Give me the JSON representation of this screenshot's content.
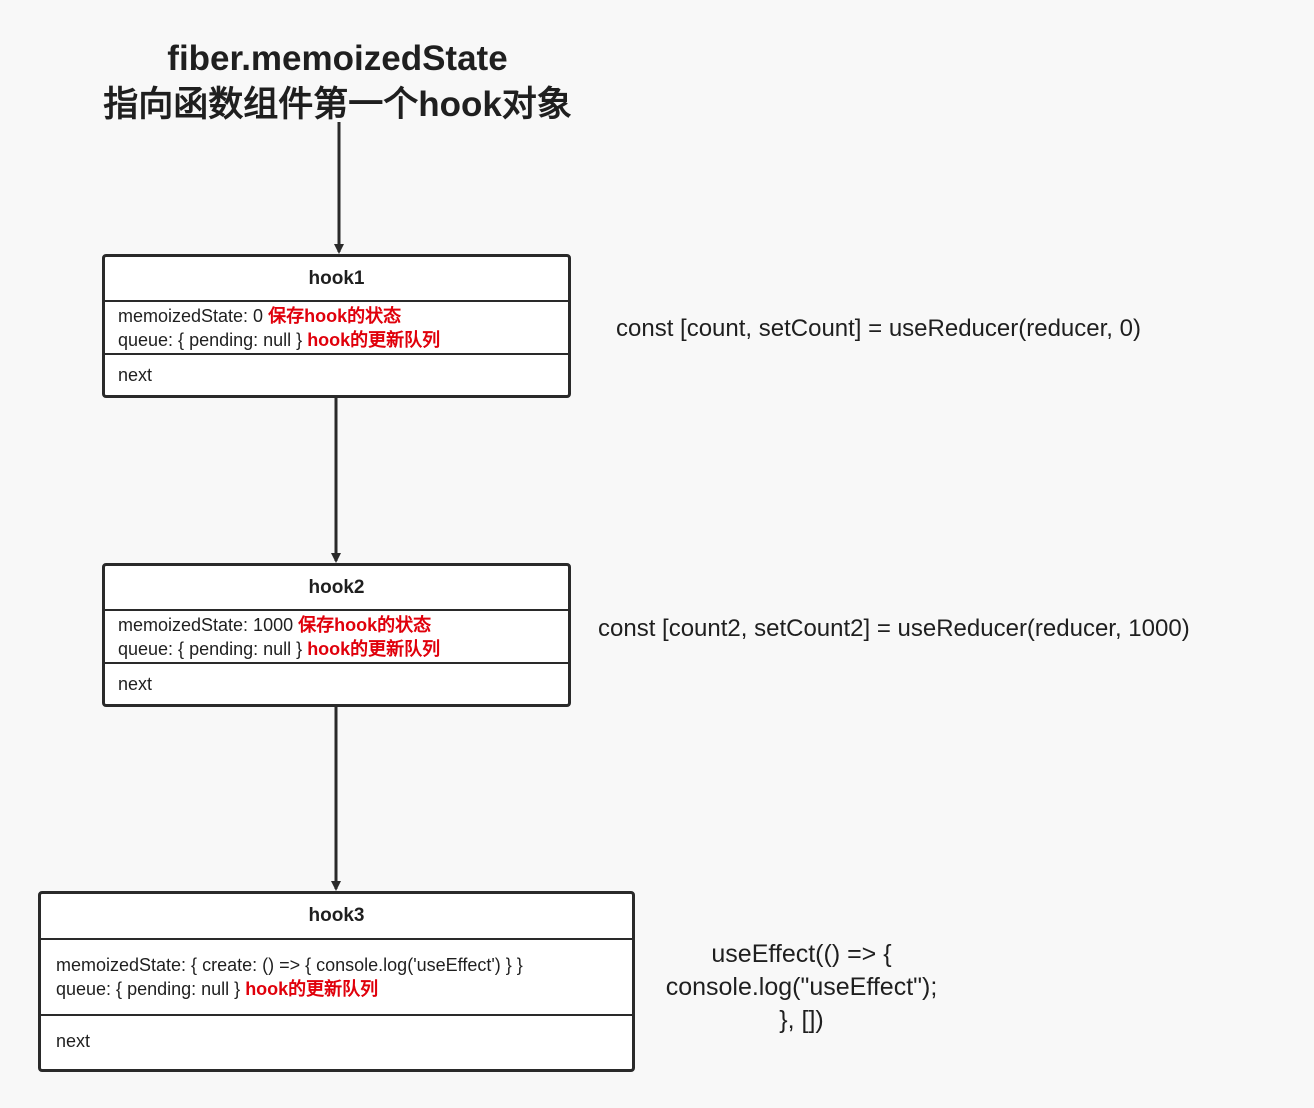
{
  "title": {
    "line1": "fiber.memoizedState",
    "line2": "指向函数组件第一个hook对象"
  },
  "hooks": [
    {
      "name": "hook1",
      "state_label": "memoizedState: 0",
      "state_note": "保存hook的状态",
      "queue_label": "queue: { pending: null }",
      "queue_note": "hook的更新队列",
      "next": "next",
      "code": "const [count, setCount] = useReducer(reducer, 0)"
    },
    {
      "name": "hook2",
      "state_label": "memoizedState: 1000",
      "state_note": "保存hook的状态",
      "queue_label": "queue: { pending: null }",
      "queue_note": "hook的更新队列",
      "next": "next",
      "code": "const [count2, setCount2] = useReducer(reducer, 1000)"
    },
    {
      "name": "hook3",
      "state_label": "memoizedState: { create: () => { console.log('useEffect') } }",
      "queue_label": "queue: { pending: null }",
      "queue_note": "hook的更新队列",
      "next": "next",
      "code_lines": [
        "useEffect(() => {",
        "console.log(\"useEffect\");",
        "}, [])"
      ]
    }
  ],
  "colors": {
    "note": "#e0000b",
    "border": "#2a2a2a",
    "background": "#f8f8f8"
  }
}
